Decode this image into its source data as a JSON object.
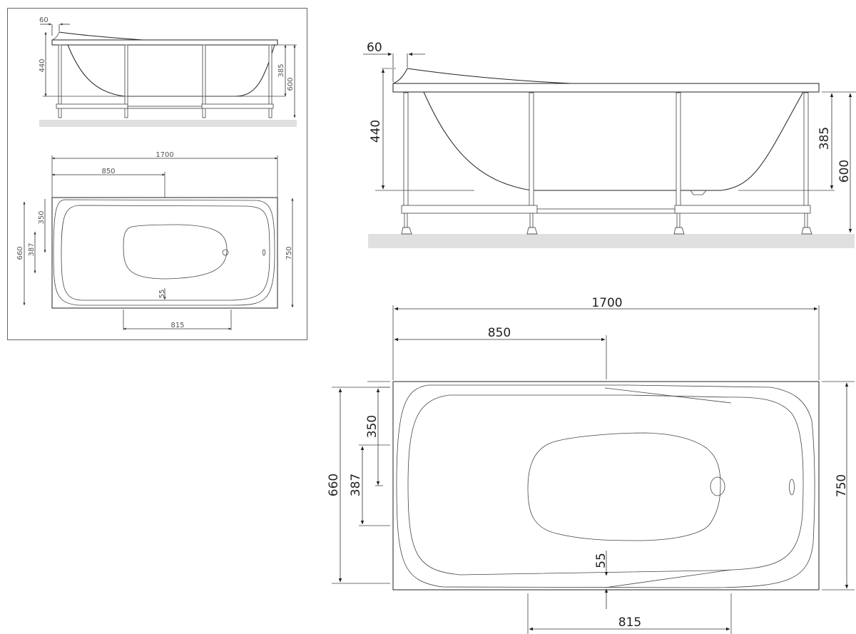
{
  "drawing": {
    "subject": "Rectangular bathtub on leg frame",
    "units": "mm",
    "thumbnail_panel": {
      "border_color": "#666666",
      "side_view": {
        "dim_lip": "60",
        "dim_total_depth": "440",
        "dim_inner_depth": "385",
        "dim_height": "600"
      },
      "top_view": {
        "dim_length": "1700",
        "dim_half_length": "850",
        "dim_seat_offset": "350",
        "dim_seat_width": "387",
        "dim_inner_width": "660",
        "dim_width": "750",
        "dim_rim_gap": "55",
        "dim_seat_length": "815"
      }
    },
    "large_view": {
      "side_view": {
        "dim_lip": "60",
        "dim_total_depth": "440",
        "dim_inner_depth": "385",
        "dim_height": "600"
      },
      "top_view": {
        "dim_length": "1700",
        "dim_half_length": "850",
        "dim_seat_offset": "350",
        "dim_seat_width": "387",
        "dim_inner_width": "660",
        "dim_width": "750",
        "dim_rim_gap": "55",
        "dim_seat_length": "815"
      }
    },
    "colors": {
      "line": "#222222",
      "floor": "#e0e0e0",
      "panel_border": "#666666"
    }
  }
}
